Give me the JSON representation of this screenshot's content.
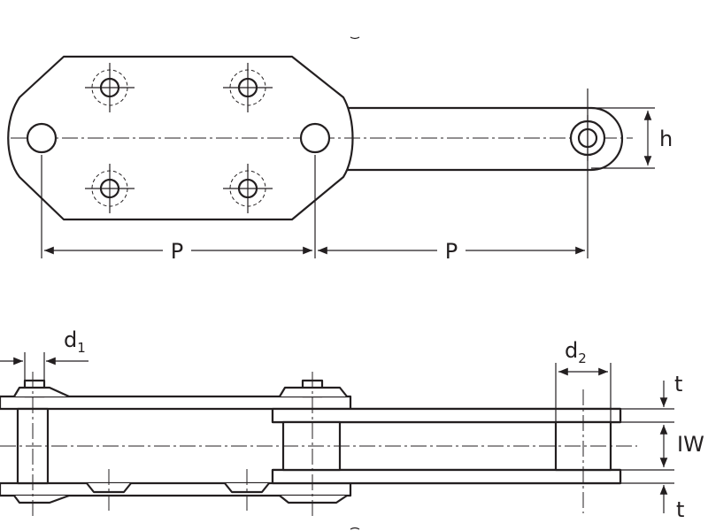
{
  "labels": {
    "pitch_left": "P",
    "pitch_right": "P",
    "height": "h",
    "d1_main": "d",
    "d1_sub": "1",
    "d2_main": "d",
    "d2_sub": "2",
    "thickness_top": "t",
    "inner_width": "IW",
    "thickness_bottom": "t"
  }
}
